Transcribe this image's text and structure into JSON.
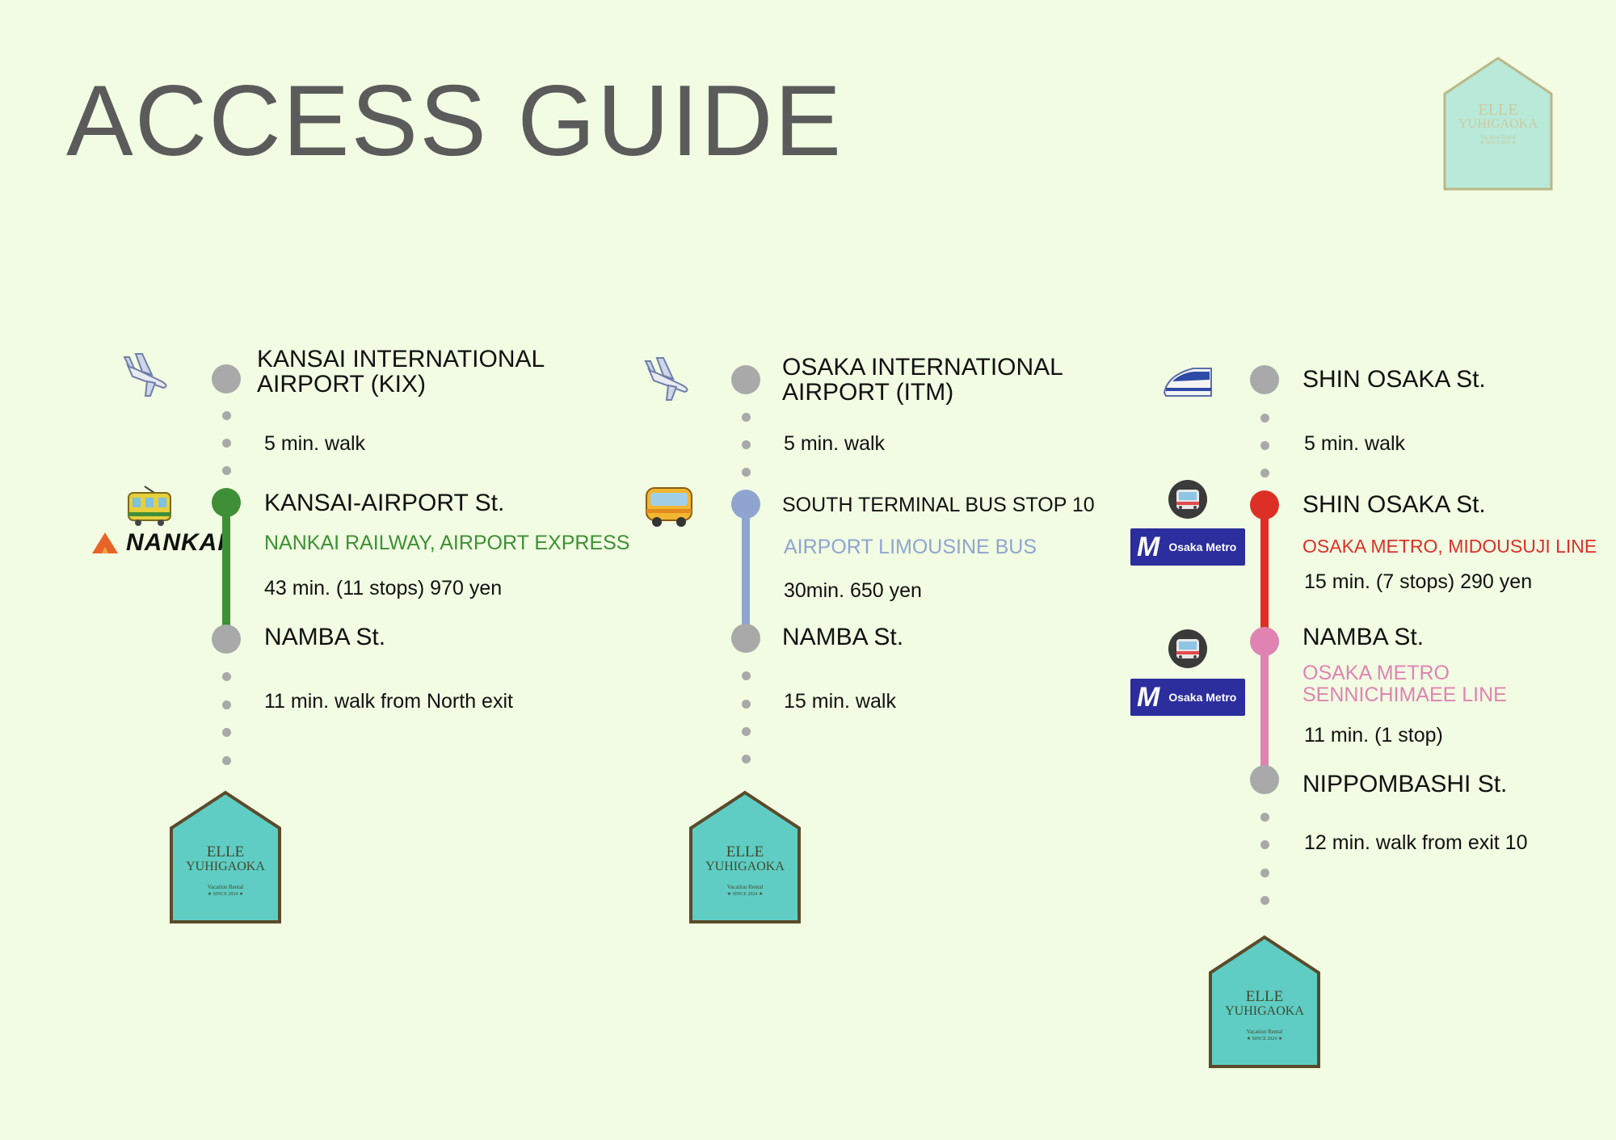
{
  "title": "ACCESS GUIDE",
  "brand": {
    "line1": "ELLE",
    "line2": "YUHIGAOKA",
    "line3": "Vacation Rental",
    "line4": "★ SINCE 2024 ★"
  },
  "routes": [
    {
      "stops": [
        {
          "name": "KANSAI INTERNATIONAL AIRPORT (KIX)",
          "name_l1": "KANSAI INTERNATIONAL",
          "name_l2": "AIRPORT (KIX)"
        },
        {
          "name": "KANSAI-AIRPORT St."
        },
        {
          "name": "NAMBA St."
        }
      ],
      "walk1": "5 min. walk",
      "line": "NANKAI RAILWAY, AIRPORT EXPRESS",
      "ride": "43 min. (11 stops)  970 yen",
      "walk2": "11 min. walk from North exit",
      "operator": "NANKAI",
      "line_color": "#3e8f35",
      "icons": [
        "airplane-icon",
        "tram-icon"
      ]
    },
    {
      "stops": [
        {
          "name": "OSAKA INTERNATIONAL AIRPORT (ITM)",
          "name_l1": "OSAKA INTERNATIONAL",
          "name_l2": "AIRPORT (ITM)"
        },
        {
          "name": "SOUTH TERMINAL BUS STOP 10"
        },
        {
          "name": "NAMBA St."
        }
      ],
      "walk1": "5 min. walk",
      "line": "AIRPORT LIMOUSINE BUS",
      "ride": "30min.   650 yen",
      "walk2": "15 min. walk",
      "line_color": "#8fa5cf",
      "icons": [
        "airplane-icon",
        "bus-icon"
      ]
    },
    {
      "stops": [
        {
          "name": "SHIN OSAKA St."
        },
        {
          "name": "SHIN OSAKA St."
        },
        {
          "name": "NAMBA St."
        },
        {
          "name": "NIPPOMBASHI St."
        }
      ],
      "walk1": "5 min. walk",
      "line": "OSAKA METRO, MIDOUSUJI LINE",
      "ride": "15 min. (7 stops)  290 yen",
      "line2_l1": "OSAKA METRO",
      "line2_l2": "SENNICHIMAEE LINE",
      "ride2": "11 min. (1 stop)",
      "walk2": "12 min. walk from exit 10",
      "operator": "Osaka Metro",
      "line_color": "#dc3027",
      "line2_color": "#e083b3",
      "icons": [
        "bullet-train-icon",
        "metro-train-icon"
      ]
    }
  ],
  "colors": {
    "background": "#f1fce2",
    "node_gray": "#a9a9a9",
    "house_fill": "#5fcdc4",
    "house_border": "#5b4a2a",
    "title": "#5b5b5b"
  }
}
